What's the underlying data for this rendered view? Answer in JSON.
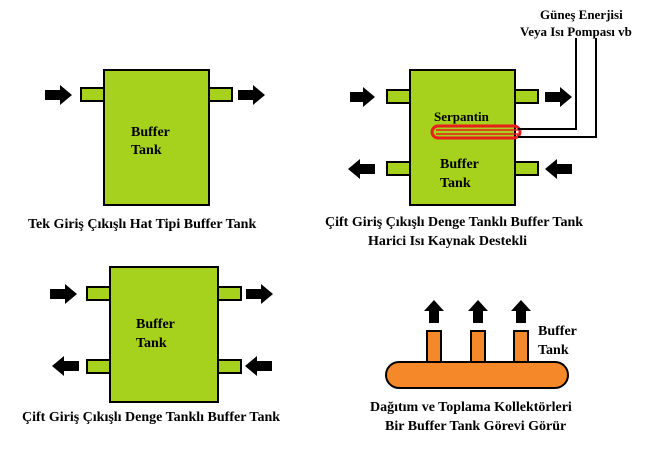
{
  "diagram1": {
    "tank_label_line1": "Buffer",
    "tank_label_line2": "Tank",
    "caption": "Tek Giriş Çıkışlı Hat Tipi Buffer Tank"
  },
  "diagram2": {
    "coil_label": "Serpantin",
    "tank_label_line1": "Buffer",
    "tank_label_line2": "Tank",
    "source_line1": "Güneş Enerjisi",
    "source_line2": "Veya Isı Pompası vb",
    "caption_line1": "Çift Giriş Çıkışlı Denge Tanklı Buffer Tank",
    "caption_line2": "Harici Isı Kaynak Destekli"
  },
  "diagram3": {
    "tank_label_line1": "Buffer",
    "tank_label_line2": "Tank",
    "caption": "Çift Giriş Çıkışlı Denge Tanklı Buffer Tank"
  },
  "diagram4": {
    "label_line1": "Buffer",
    "label_line2": "Tank",
    "caption_line1": "Dağıtım ve Toplama Kollektörleri",
    "caption_line2": "Bir Buffer Tank Görevi Görür"
  },
  "colors": {
    "tank_fill": "#a6d11c",
    "collector_fill": "#f5892a",
    "coil_color": "#e8201a",
    "arrow": "#000000"
  }
}
